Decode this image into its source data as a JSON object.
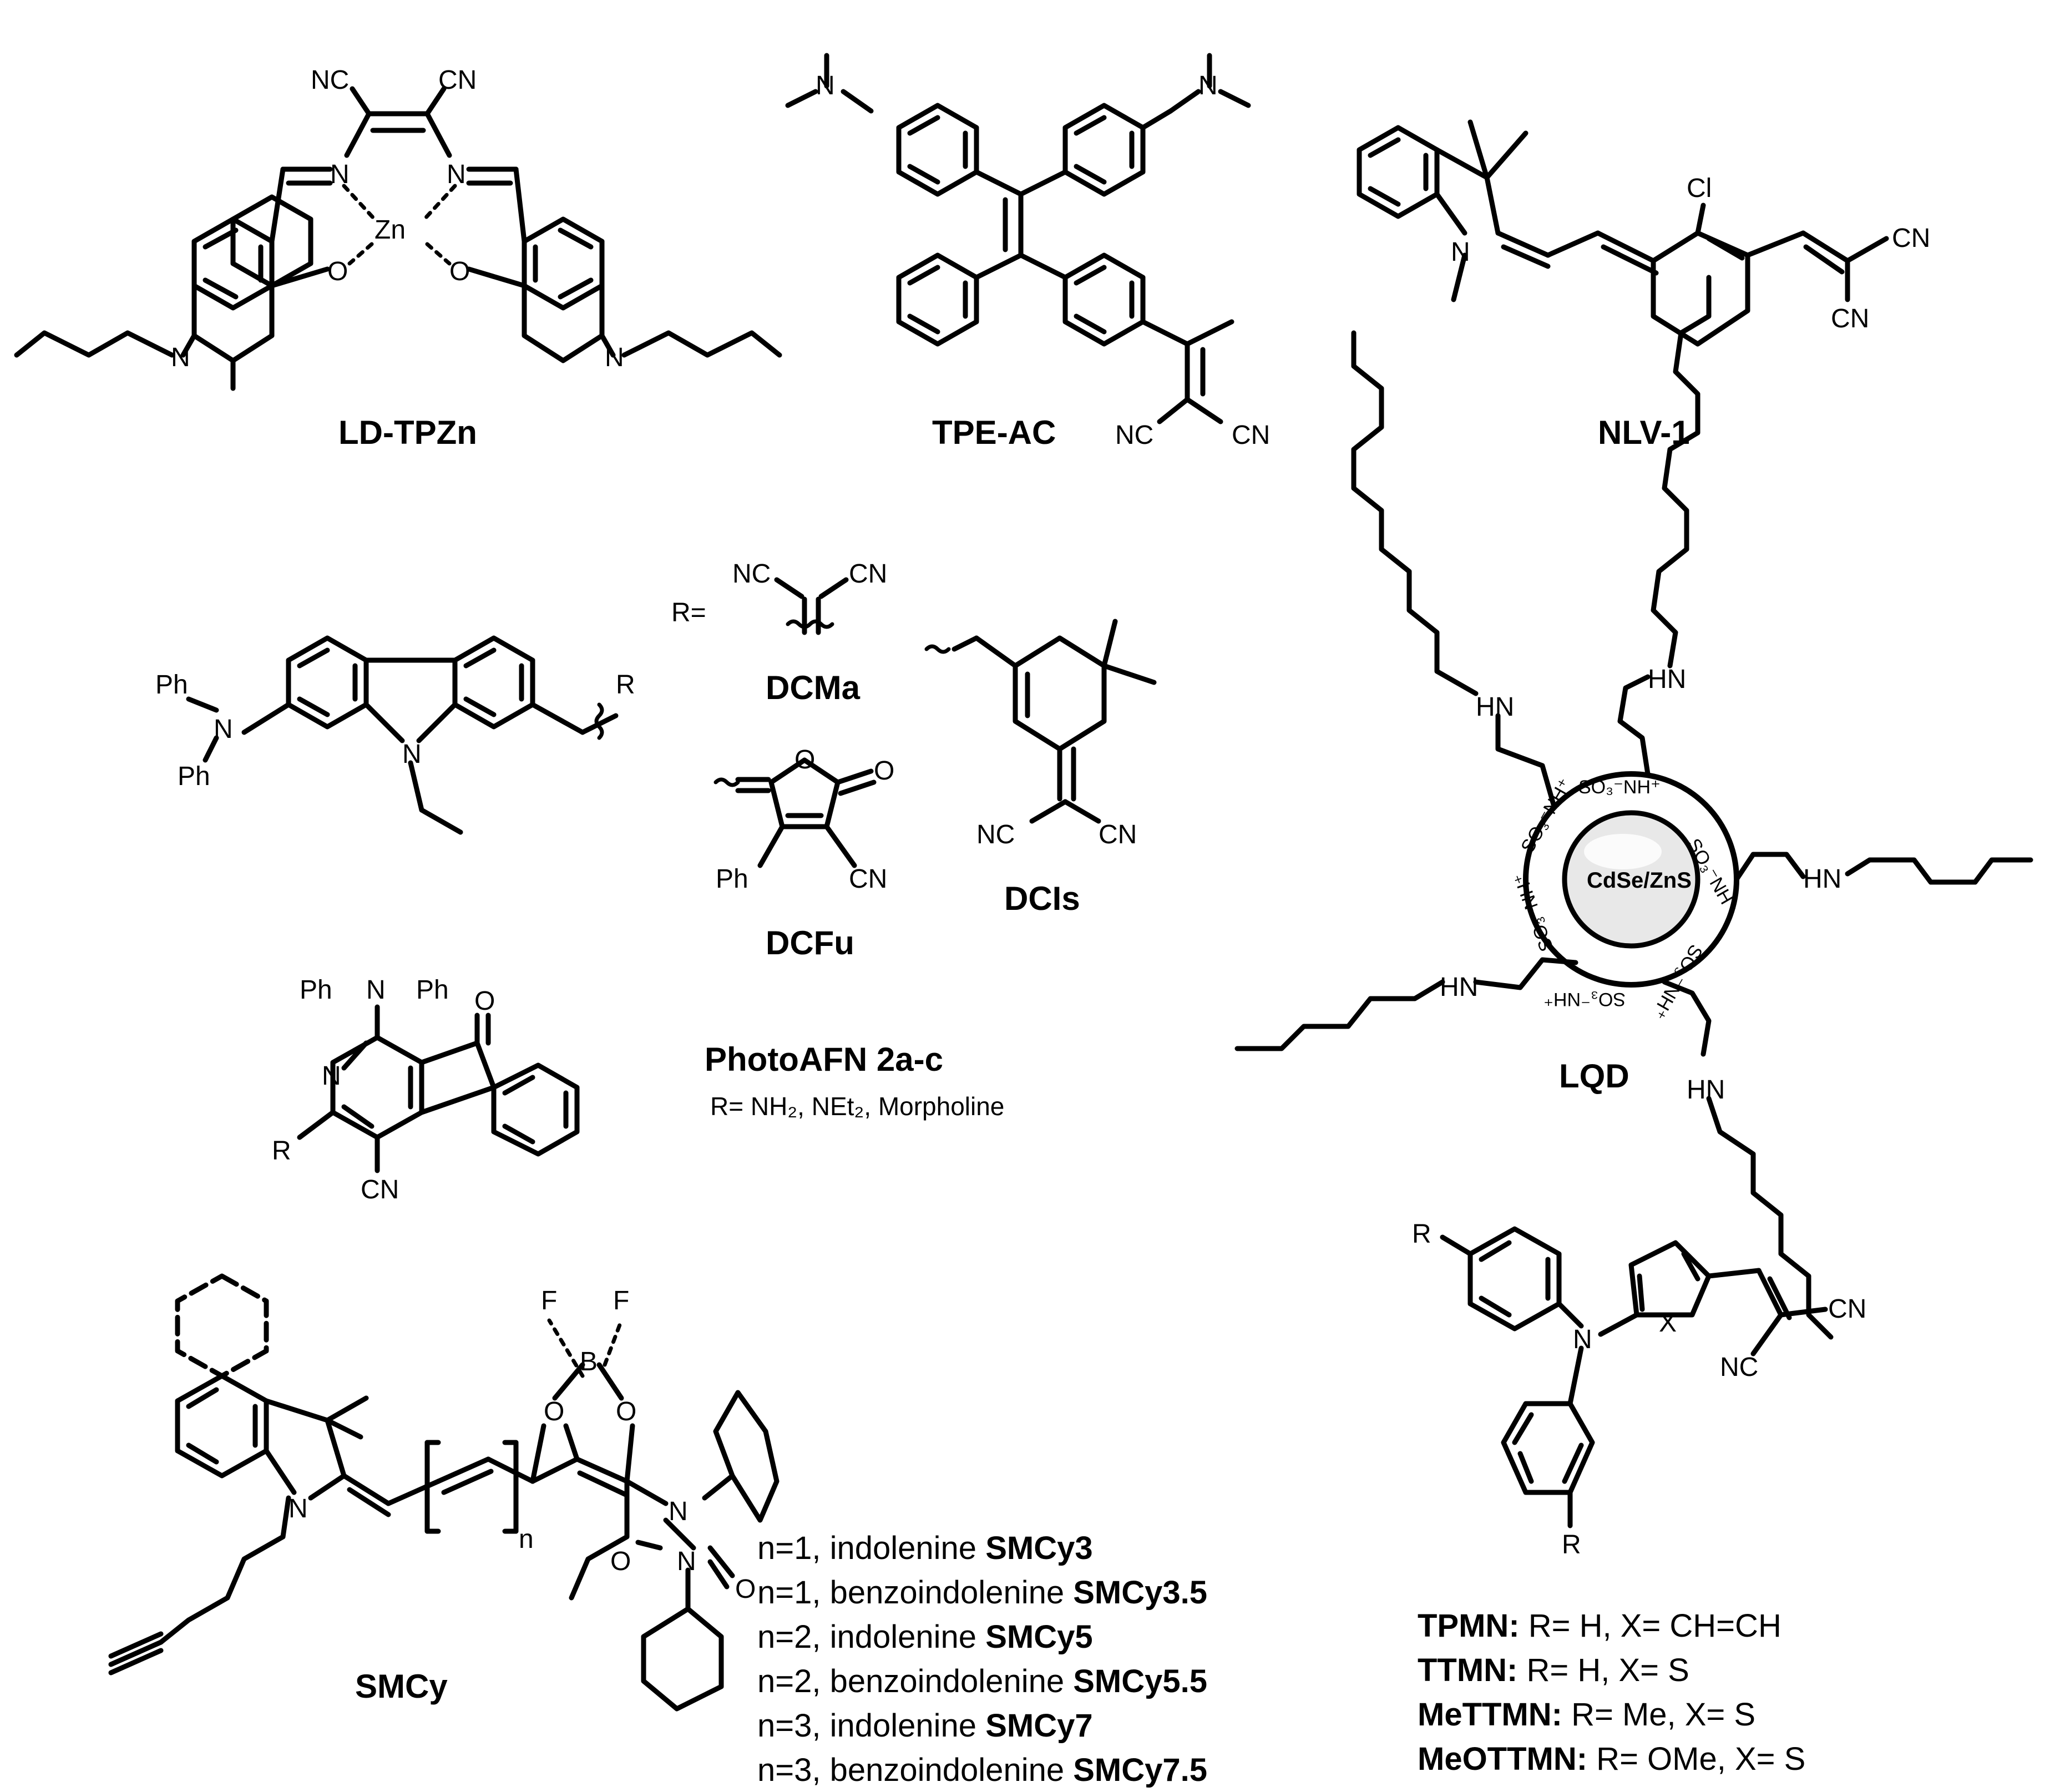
{
  "compounds": {
    "ld_tpzn": {
      "name": "LD-TPZn",
      "metal": "Zn",
      "atoms": [
        "NC",
        "CN",
        "N",
        "N",
        "O",
        "O",
        "N",
        "N"
      ]
    },
    "tpe_ac": {
      "name": "TPE-AC",
      "atoms": [
        "N",
        "N",
        "NC",
        "CN"
      ]
    },
    "nlv1": {
      "name": "NLV-1",
      "atoms": [
        "N",
        "Cl",
        "CN",
        "CN"
      ]
    },
    "carbazole": {
      "atoms": [
        "Ph",
        "N",
        "Ph",
        "N",
        "R"
      ]
    },
    "dcma": {
      "name": "DCMa",
      "r_prefix": "R=",
      "atoms": [
        "NC",
        "CN"
      ]
    },
    "dcis": {
      "name": "DCIs",
      "atoms": [
        "NC",
        "CN"
      ]
    },
    "dcfu": {
      "name": "DCFu",
      "atoms": [
        "O",
        "O",
        "Ph",
        "CN"
      ]
    },
    "photoafn": {
      "name": "PhotoAFN 2a-c",
      "r_def": "R= NH₂, NEt₂, Morpholine",
      "atoms": [
        "Ph",
        "N",
        "Ph",
        "N",
        "O",
        "R",
        "CN"
      ]
    },
    "lqd": {
      "name": "LQD",
      "core": "CdSe/ZnS",
      "shell_text": "SO₃⁻NH⁺",
      "amine": "HN"
    },
    "smcy": {
      "name": "SMCy",
      "atoms": [
        "F",
        "F",
        "B",
        "O",
        "O",
        "N",
        "N",
        "O",
        "O",
        "N",
        "n"
      ],
      "variants": [
        {
          "desc": "n=1, indolenine ",
          "code": "SMCy3"
        },
        {
          "desc": "n=1, benzoindolenine ",
          "code": "SMCy3.5"
        },
        {
          "desc": "n=2, indolenine ",
          "code": "SMCy5"
        },
        {
          "desc": "n=2, benzoindolenine ",
          "code": "SMCy5.5"
        },
        {
          "desc": "n=3, indolenine ",
          "code": "SMCy7"
        },
        {
          "desc": "n=3, benzoindolenine ",
          "code": "SMCy7.5"
        }
      ]
    },
    "tpmn": {
      "atoms": [
        "R",
        "N",
        "X",
        "CN",
        "NC",
        "R"
      ],
      "variants": [
        {
          "code": "TPMN:",
          "desc": " R= H, X= CH=CH"
        },
        {
          "code": "TTMN:",
          "desc": " R= H, X= S"
        },
        {
          "code": "MeTTMN:",
          "desc": " R= Me, X= S"
        },
        {
          "code": "MeOTTMN:",
          "desc": " R= OMe, X= S"
        }
      ]
    }
  }
}
